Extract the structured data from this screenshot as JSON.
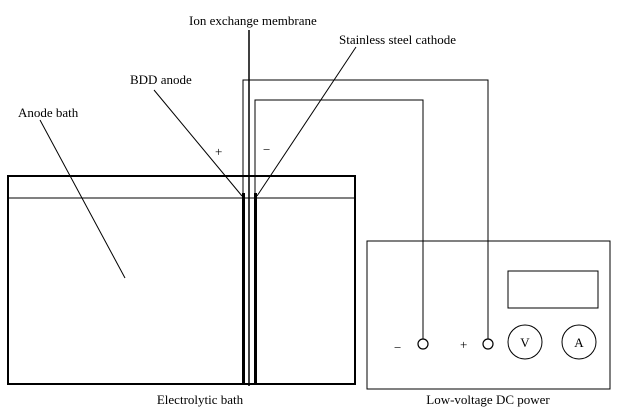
{
  "labels": {
    "ion_exchange_membrane": "Ion exchange membrane",
    "stainless_steel_cathode": "Stainless steel cathode",
    "bdd_anode": "BDD anode",
    "anode_bath": "Anode bath",
    "plus_left": "+",
    "minus_left": "−",
    "electrolytic_bath": "Electrolytic bath",
    "low_voltage_dc_power": "Low-voltage DC power",
    "terminal_minus": "−",
    "terminal_plus": "+",
    "voltmeter": "V",
    "ammeter": "A"
  },
  "colors": {
    "line": "#000000",
    "background": "#ffffff"
  }
}
